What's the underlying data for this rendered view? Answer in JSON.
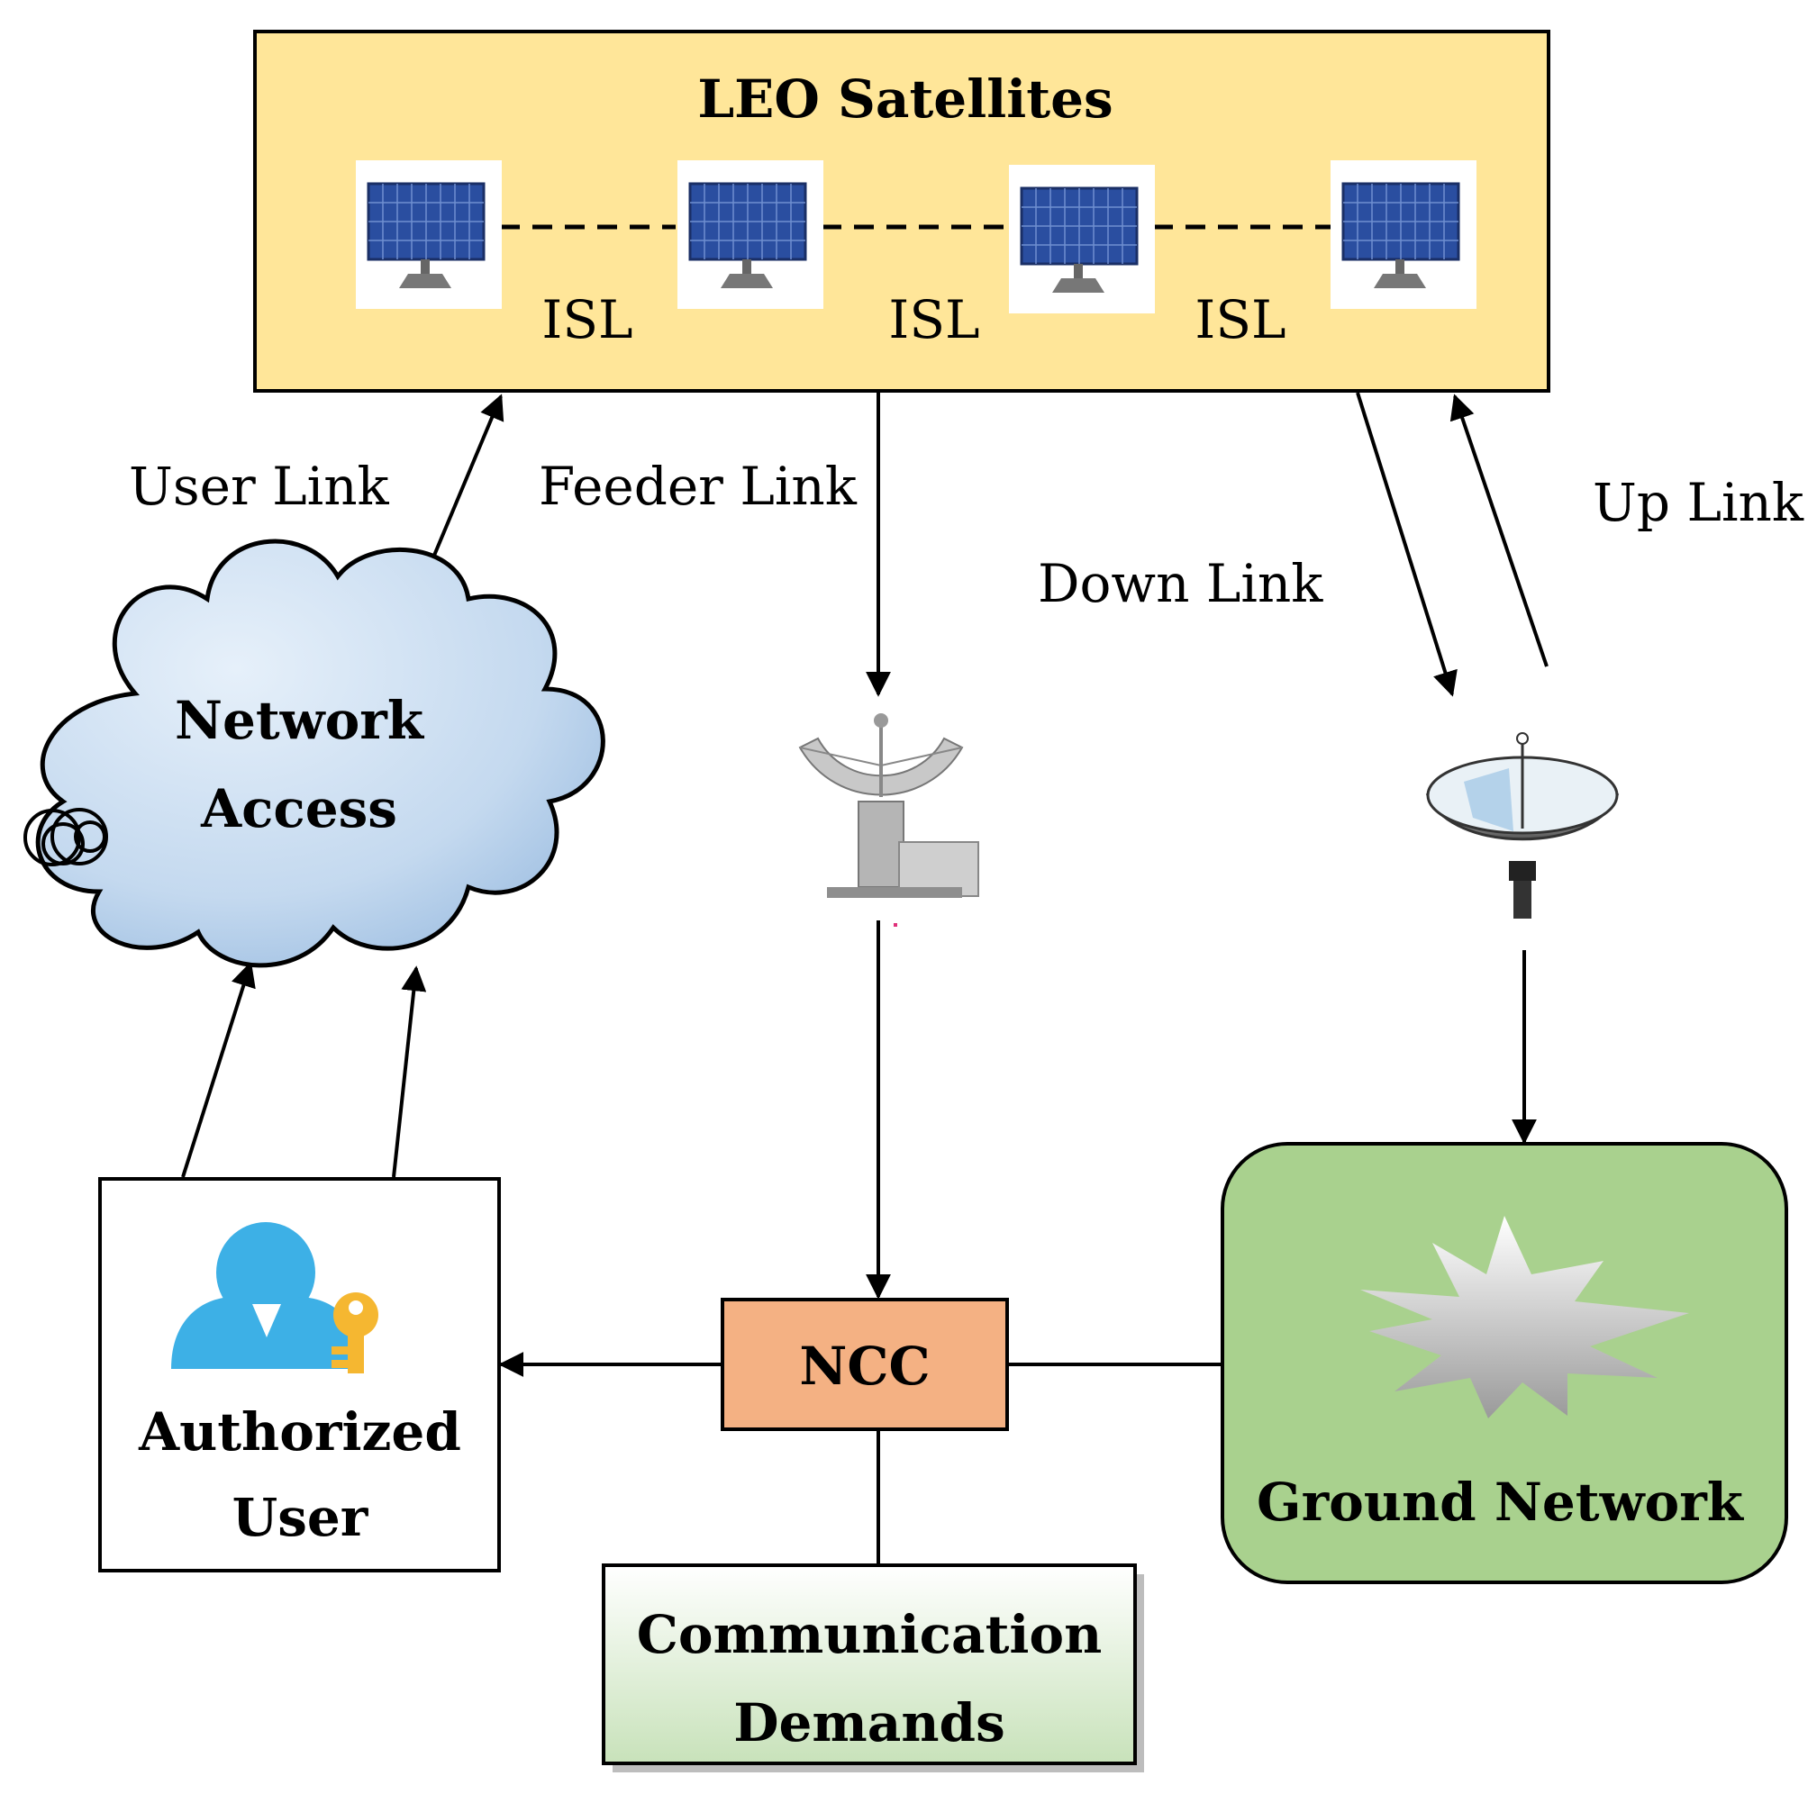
{
  "leo": {
    "title": "LEO Satellites",
    "isl_labels": [
      "ISL",
      "ISL",
      "ISL"
    ],
    "satellite_icon": "satellite-solar-panel-icon"
  },
  "links": {
    "user_link": "User Link",
    "feeder_link": "Feeder Link",
    "down_link": "Down Link",
    "up_link": "Up Link"
  },
  "cloud": {
    "line1": "Network",
    "line2": "Access",
    "icon": "cloud-icon"
  },
  "authorized_user": {
    "line1": "Authorized",
    "line2": "User",
    "icon": "user-key-icon"
  },
  "ncc": {
    "label": "NCC"
  },
  "demands": {
    "line1": "Communication",
    "line2": "Demands"
  },
  "ground": {
    "label": "Ground Network",
    "icon": "starburst-icon"
  },
  "antennas": [
    "radar-dish-icon",
    "satellite-dish-icon"
  ],
  "colors": {
    "leo_fill": "#FFE699",
    "cloud_fill": "#C9DDF0",
    "ncc_fill": "#F4B183",
    "ground_fill": "#A9D18E",
    "demands_fill": "#E2F0D9",
    "user_icon": "#3DB0E6",
    "key": "#F5B731"
  }
}
